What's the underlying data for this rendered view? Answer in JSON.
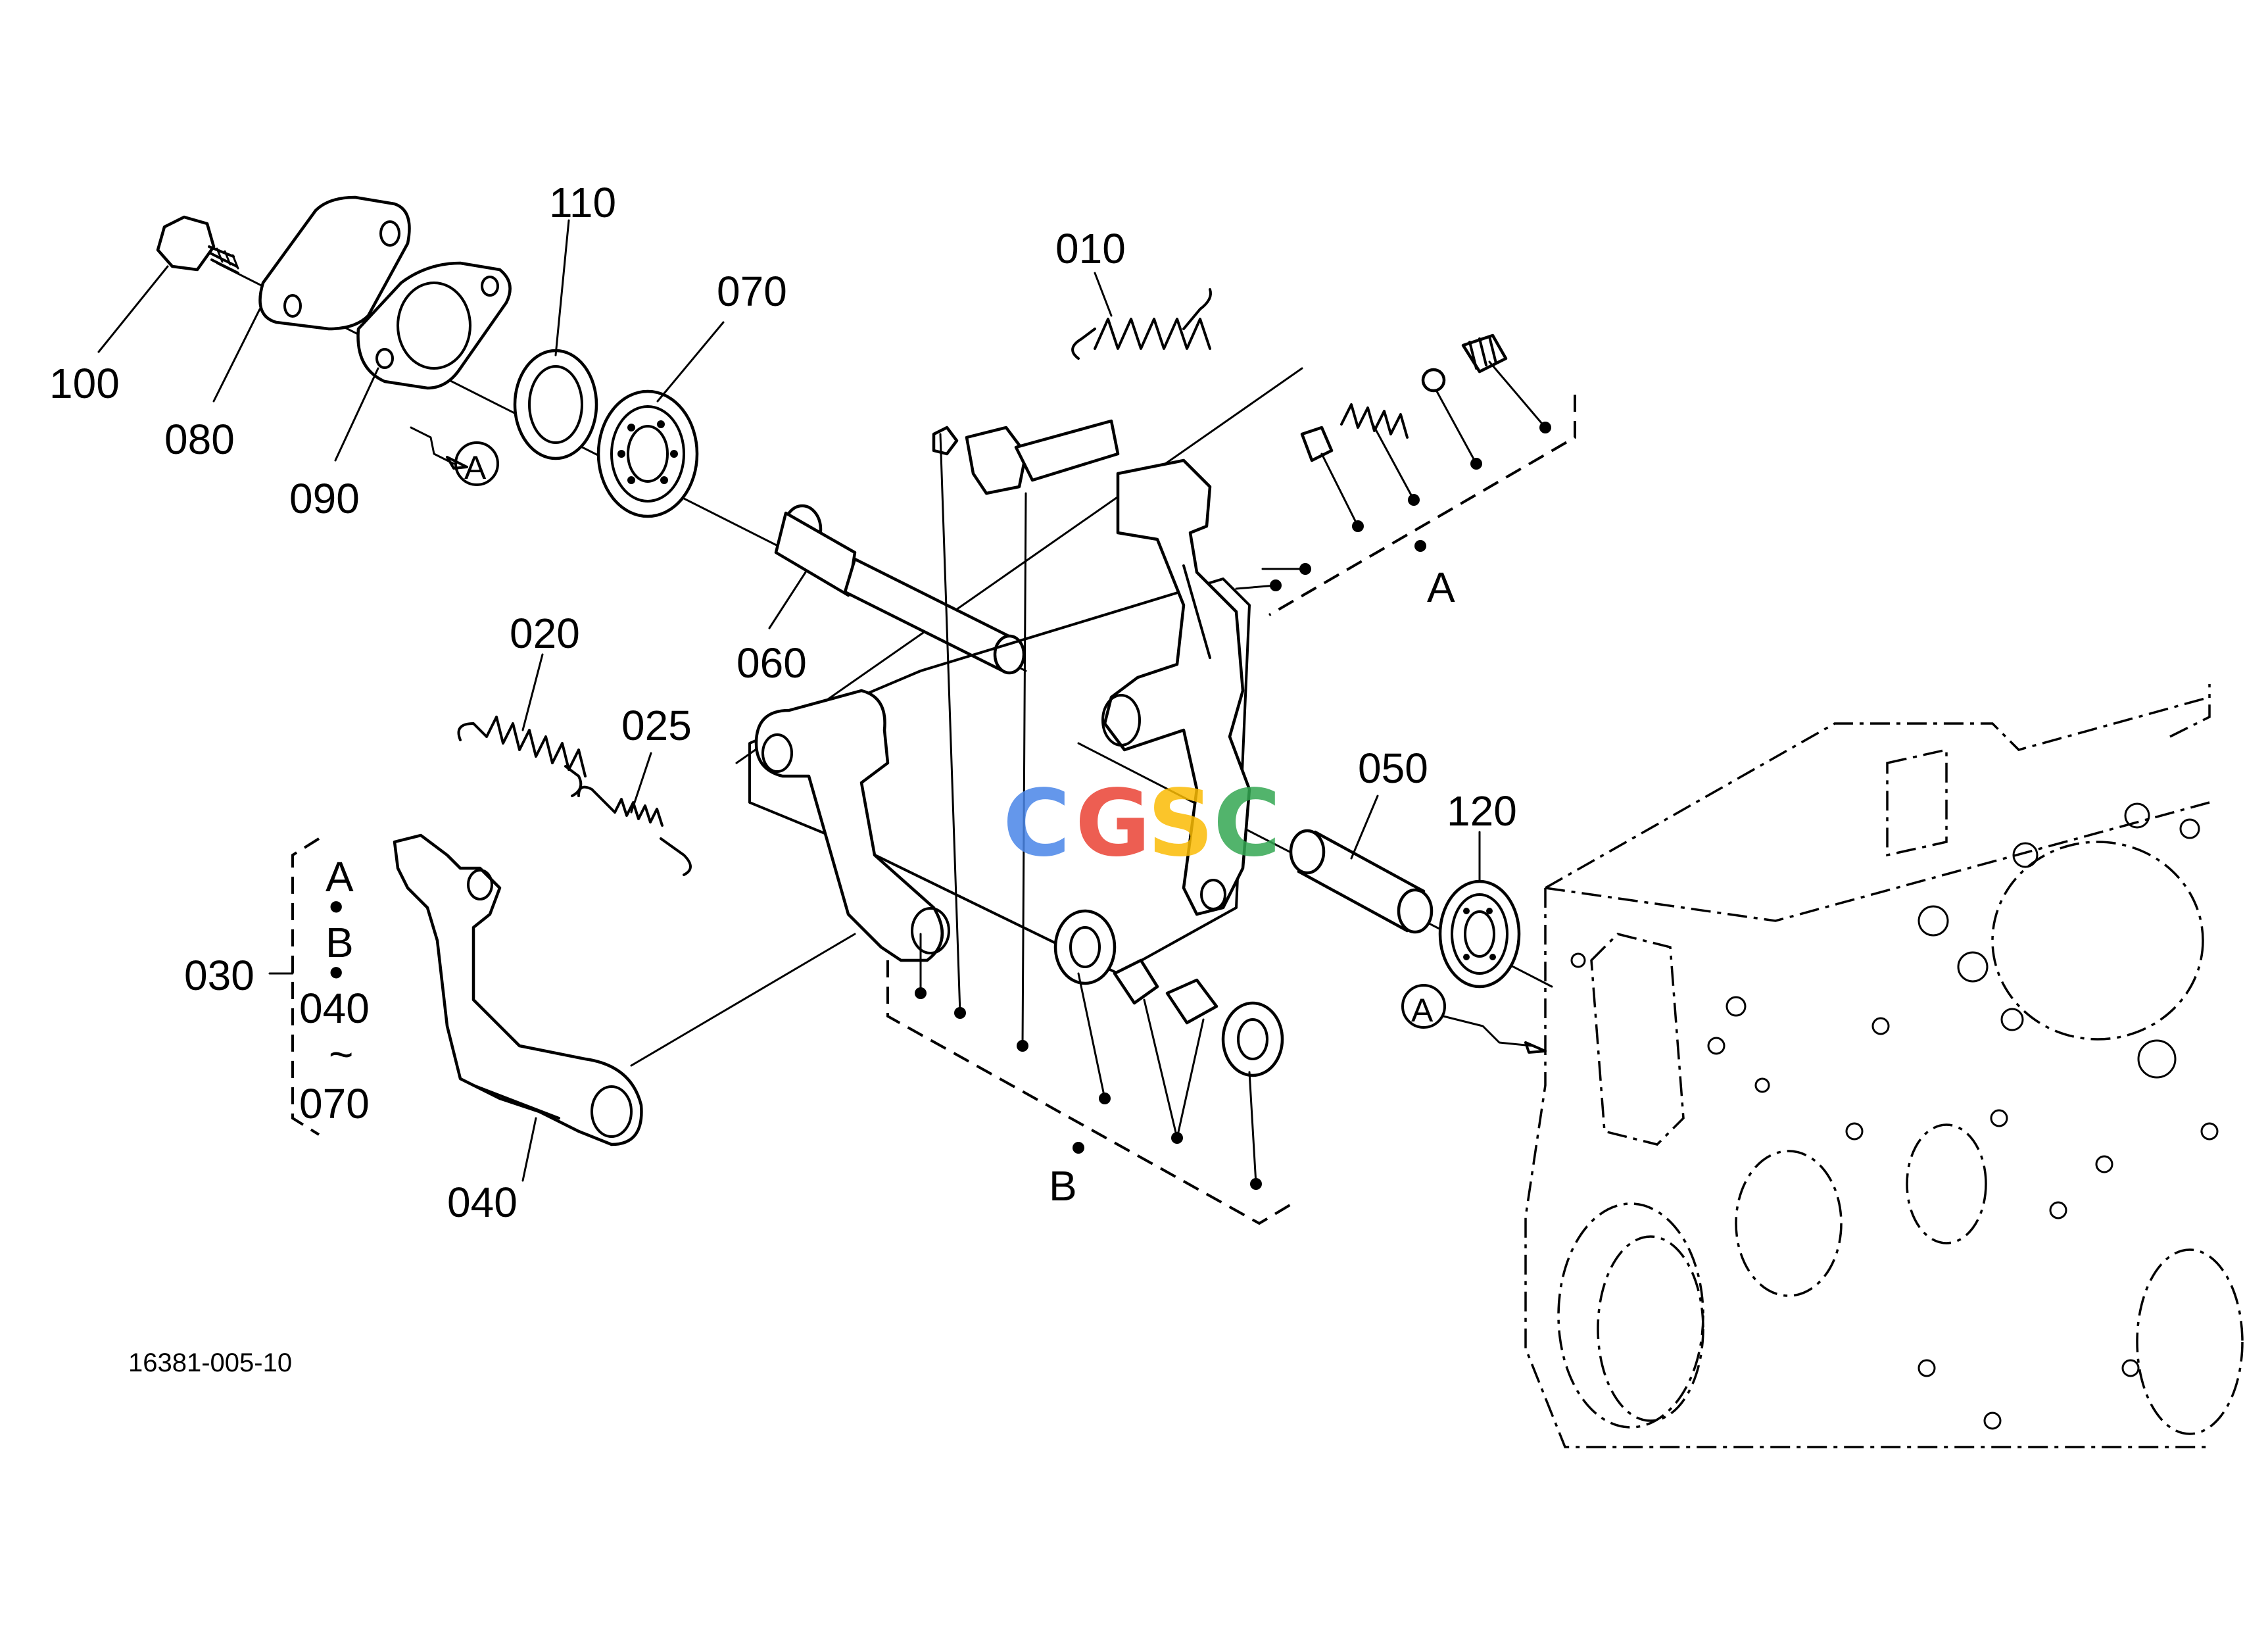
{
  "diagram": {
    "part_labels": [
      "100",
      "080",
      "090",
      "110",
      "070",
      "010",
      "060",
      "020",
      "025",
      "030",
      "040",
      "050",
      "120"
    ],
    "group_labels": [
      "A",
      "B"
    ],
    "bracket_label": {
      "line1": "A",
      "sep1": "•",
      "line2": "B",
      "sep2": "•",
      "line3": "040",
      "tilde": "~",
      "line4": "070"
    },
    "callout_ref": "A",
    "drawing_number": "16381-005-10",
    "watermark_letters": [
      "C",
      "G",
      "S",
      "C"
    ],
    "watermark_colors": [
      "#4a86e8",
      "#ea4335",
      "#fbbc05",
      "#34a853"
    ]
  }
}
